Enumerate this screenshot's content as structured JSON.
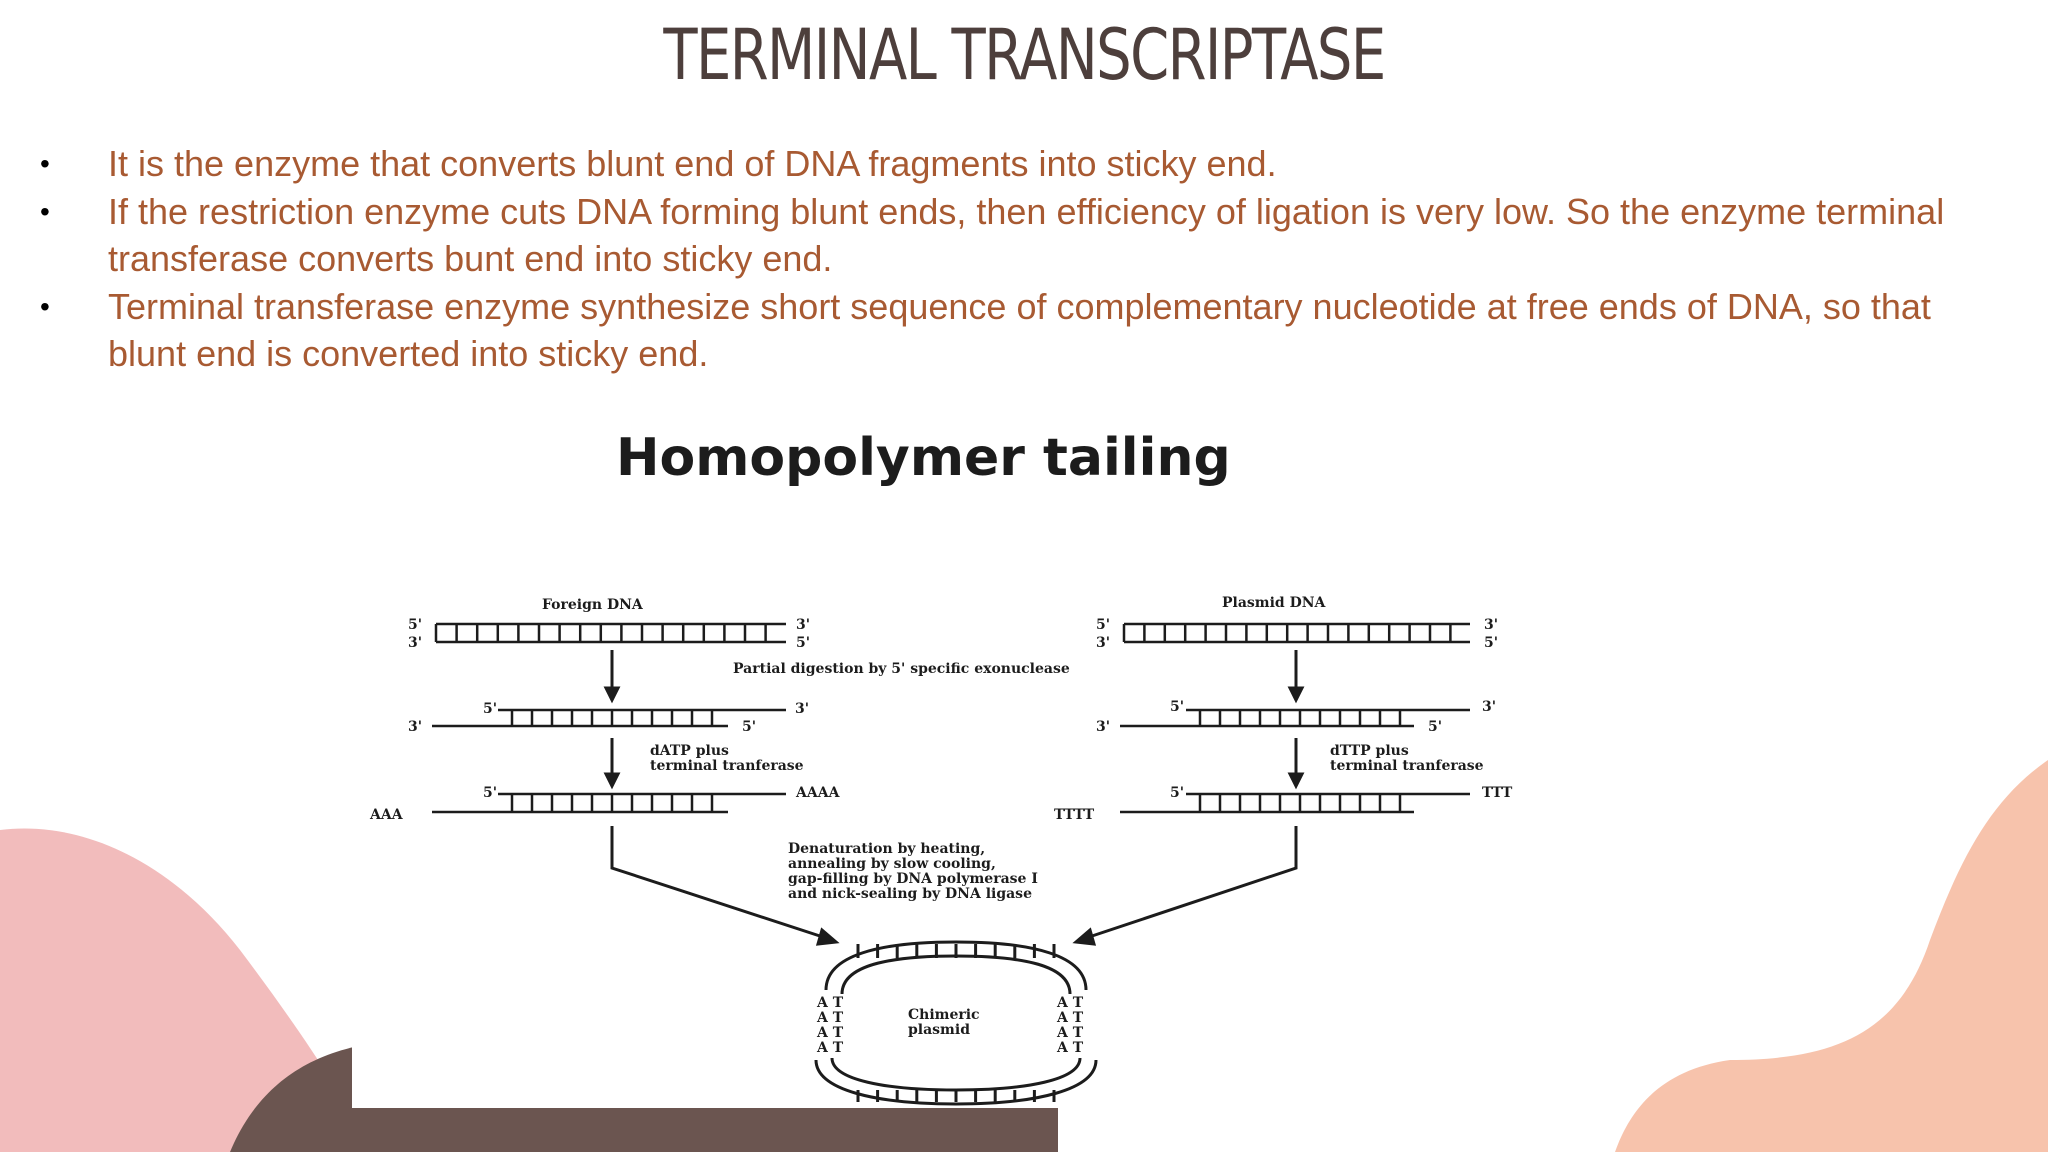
{
  "slide": {
    "title": "TERMINAL   TRANSCRIPTASE",
    "bullets": [
      {
        "marker": "•",
        "text": "It is the enzyme that converts blunt end of DNA fragments into sticky end."
      },
      {
        "marker": "•",
        "text": "If the restriction enzyme cuts DNA forming blunt ends, then efficiency of ligation is very low. So the enzyme terminal transferase converts bunt end into sticky end."
      },
      {
        "marker": "•",
        "text": "Terminal transferase enzyme synthesize short sequence of complementary nucleotide at free ends of DNA, so that blunt end is converted into sticky end."
      }
    ]
  },
  "colors": {
    "title": "#4d3f3c",
    "bullet_text": "#a85a32",
    "blob_pink": "#f2bcbc",
    "blob_peach": "#f7c3ac",
    "blob_dark": "#6b5550"
  },
  "diagram": {
    "title": "Homopolymer tailing",
    "left": {
      "header": "Foreign DNA",
      "top_5": "5'",
      "top_3": "3'",
      "bot_3": "3'",
      "bot_5": "5'",
      "mid_5": "5'",
      "mid_3r": "3'",
      "mid_3l": "3'",
      "mid_5r": "5'",
      "step": "dATP plus",
      "step2": "terminal tranferase",
      "tail_5": "5'",
      "tail_right": "AAAA",
      "tail_left": "AAA"
    },
    "right": {
      "header": "Plasmid DNA",
      "top_5": "5'",
      "top_3": "3'",
      "bot_3": "3'",
      "bot_5": "5'",
      "mid_5": "5'",
      "mid_3r": "3'",
      "mid_3l": "3'",
      "mid_5r": "5'",
      "step": "dTTP plus",
      "step2": "terminal tranferase",
      "tail_5": "5'",
      "tail_right": "TTT",
      "tail_left": "TTTT"
    },
    "shared_step": "Partial digestion by 5' specific exonuclease",
    "join_step": [
      "Denaturation by heating,",
      "annealing by slow cooling,",
      "gap-filling by DNA polymerase I",
      "and nick-sealing by DNA ligase"
    ],
    "product": [
      "Chimeric",
      "plasmid"
    ],
    "pair_rows": [
      "A T",
      "A T",
      "A T",
      "A T"
    ]
  }
}
